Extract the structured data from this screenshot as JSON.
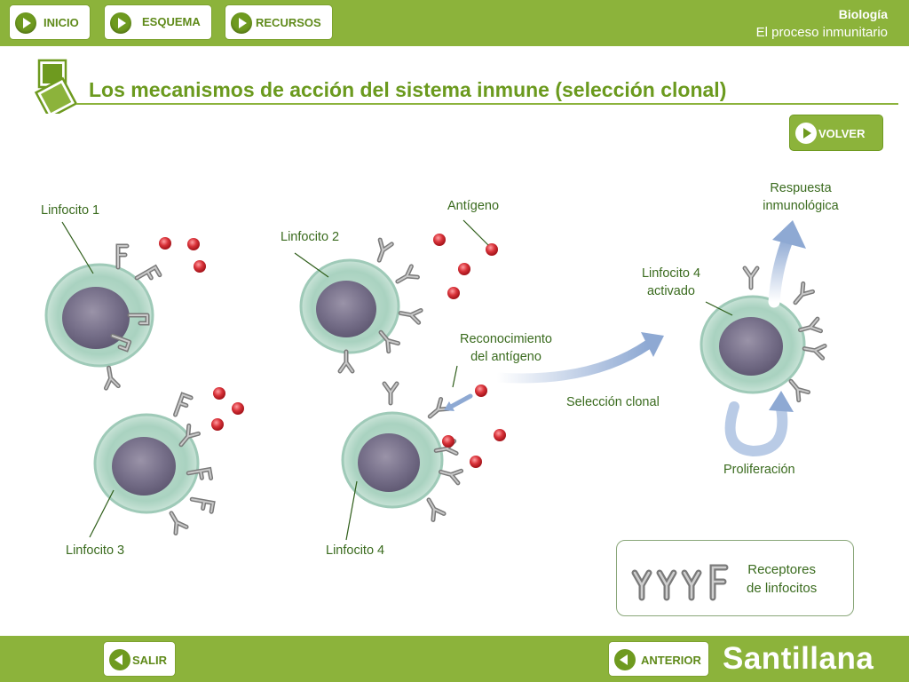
{
  "nav": {
    "inicio": "INICIO",
    "esquema": "ESQUEMA",
    "recursos": "RECURSOS"
  },
  "header": {
    "subject": "Biología",
    "topic": "El proceso inmunitario"
  },
  "page": {
    "title": "Los mecanismos de acción del sistema inmune (selección clonal)",
    "volver": "VOLVER"
  },
  "diagram": {
    "linfocito1": "Linfocito 1",
    "linfocito2": "Linfocito 2",
    "linfocito3": "Linfocito 3",
    "linfocito4": "Linfocito 4",
    "antigeno": "Antígeno",
    "reconocimiento_1": "Reconocimiento",
    "reconocimiento_2": "del antígeno",
    "seleccion": "Selección clonal",
    "activado_1": "Linfocito 4",
    "activado_2": "activado",
    "respuesta_1": "Respuesta",
    "respuesta_2": "inmunológica",
    "proliferacion": "Proliferación"
  },
  "legend": {
    "line1": "Receptores",
    "line2": "de linfocitos"
  },
  "footer": {
    "salir": "SALIR",
    "anterior": "ANTERIOR",
    "brand": "Santillana"
  },
  "colors": {
    "accent": "#8cb33b",
    "title": "#6b9a1e",
    "label": "#3a6b1e",
    "antigen": "#d9333a"
  }
}
